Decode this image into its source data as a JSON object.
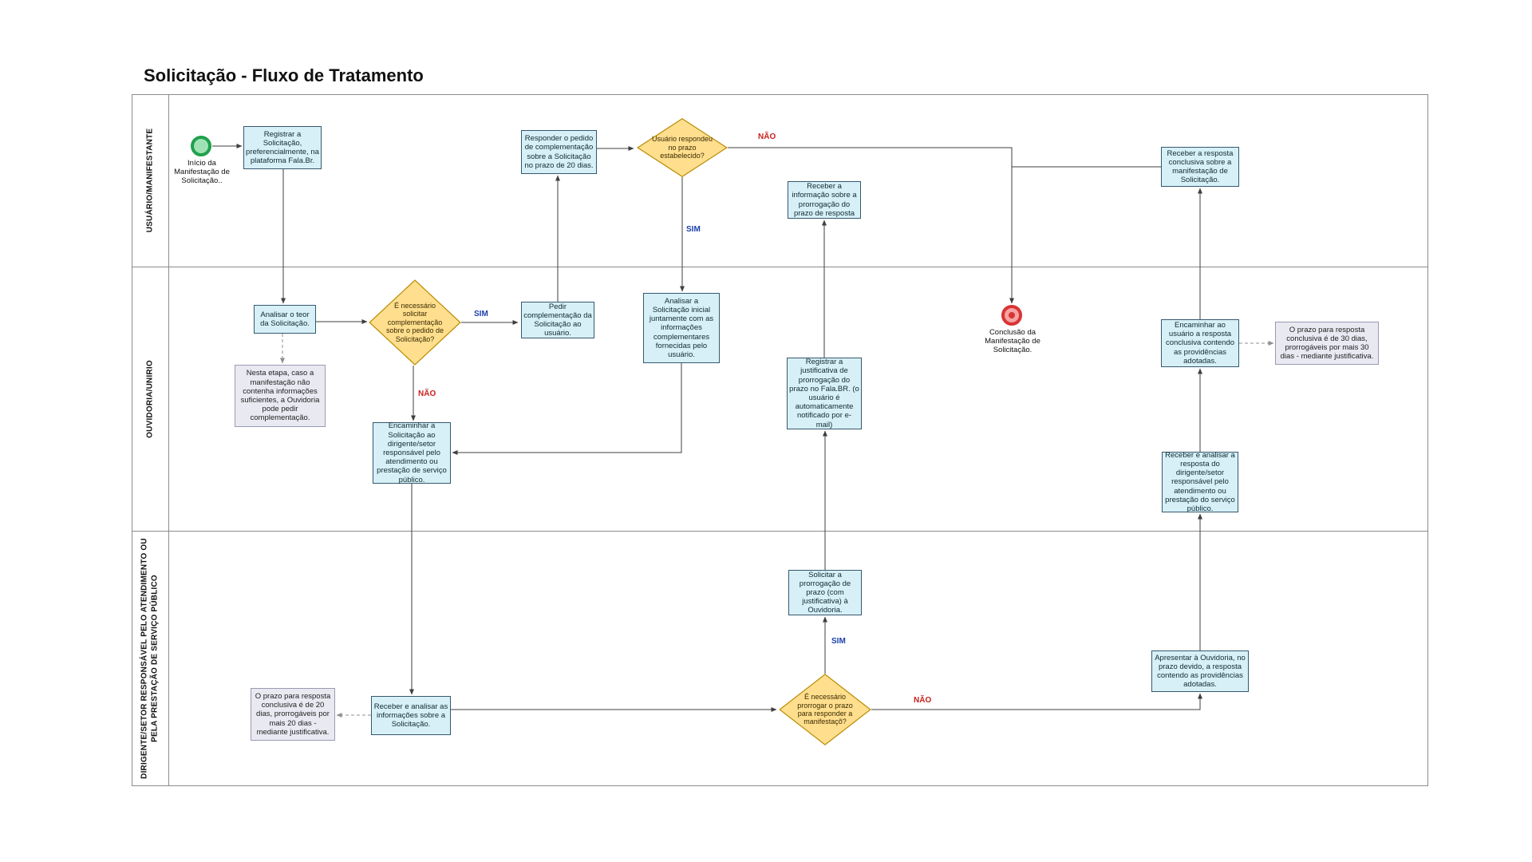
{
  "title": "Solicitação - Fluxo de Tratamento",
  "lanes": [
    {
      "label": "USUÁRIO/MANIFESTANTE"
    },
    {
      "label": "OUVIDORIA/UNIRIO"
    },
    {
      "label": "DIRIGENTE/SETOR RESPONSÁVEL PELO ATENDIMENTO OU PELA PRESTAÇÃO DE SERVIÇO PÚBLICO"
    }
  ],
  "events": {
    "start": {
      "label": "Início da Manifestação de Solicitação.."
    },
    "end": {
      "label": "Conclusão da Manifestação de Solicitação."
    }
  },
  "tasks": {
    "registrar_solicitacao": "Registrar a Solicitação, preferencialmente, na plataforma Fala.Br.",
    "responder_pedido": "Responder o pedido de complementação sobre a Solicitação no prazo de 20 dias.",
    "receber_info_prorrogacao": "Receber a informação sobre a prorrogação do prazo de resposta",
    "receber_resposta_conclusiva": "Receber a resposta conclusiva sobre a manifestação de Solicitação.",
    "analisar_teor": "Analisar o teor da Solicitação.",
    "pedir_complementacao": "Pedir complementação da Solicitação ao usuário.",
    "analisar_inicial": "Analisar a Solicitação inicial juntamente com as informações complementares fornecidas pelo usuário.",
    "encaminhar_solicitacao": "Encaminhar a Solicitação ao dirigente/setor responsável pelo atendimento ou prestação de serviço público.",
    "registrar_justificativa": "Registrar a justificativa de prorrogação do prazo no Fala.BR. (o usuário é automaticamente notificado por e-mail)",
    "encaminhar_usuario": "Encaminhar ao usuário a resposta conclusiva contendo as providências adotadas.",
    "receber_analisar_resposta": "Receber e analisar a resposta do dirigente/setor responsável pelo atendimento ou prestação do serviço público.",
    "solicitar_prorrogacao": "Solicitar a prorrogação de prazo (com justificativa) à Ouvidoria.",
    "apresentar_ouvidoria": "Apresentar à Ouvidoria, no prazo devido, a resposta contendo as providências adotadas.",
    "receber_analisar_informacoes": "Receber e analisar as informações sobre a Solicitação."
  },
  "gateways": {
    "usuario_respondeu": "Usuário respondeu no prazo estabelecido?",
    "necessario_complementacao": "É necessário solicitar complementação sobre o pedido de Solicitação?",
    "necessario_prorrogar": "É necessário prorrogar o prazo para responder a manifestaçõ?"
  },
  "notes": {
    "nesta_etapa": "Nesta etapa, caso a manifestação não contenha informações suficientes, a Ouvidoria pode pedir complementação.",
    "prazo_30": "O prazo para resposta conclusiva é de 30 dias, prorrogáveis por mais 30 dias - mediante justificativa.",
    "prazo_20": "O prazo para resposta conclusiva é de 20 dias, prorrogáveis por mais 20 dias - mediante justificativa."
  },
  "edge_labels": {
    "sim": "SIM",
    "nao": "NÃO"
  },
  "colors": {
    "task_fill": "#d7f0f7",
    "task_border": "#35586e",
    "gateway_fill": "#ffdf8e",
    "gateway_border": "#b98a00",
    "note_fill": "#e9e9f2",
    "note_border": "#9a9ab2",
    "start_fill": "#9fe3b5",
    "start_border": "#21a04d",
    "end_fill": "#f6a3a3",
    "end_border": "#d93434",
    "sim": "#1a3faa",
    "nao": "#c9211e"
  }
}
